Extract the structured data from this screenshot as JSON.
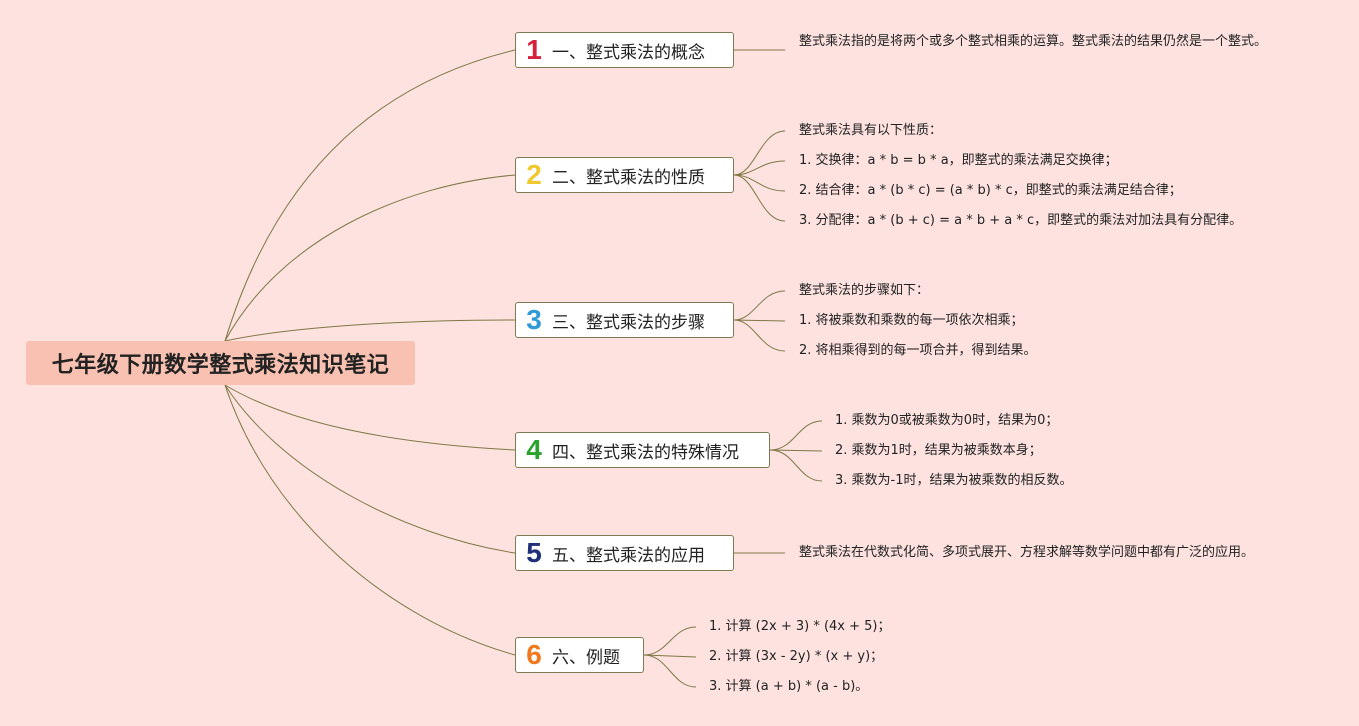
{
  "root": {
    "title": "七年级下册数学整式乘法知识笔记"
  },
  "colors": {
    "background": "#fde2e0",
    "root_fill": "#f9c1b1",
    "connector": "#7e7845",
    "num1": "#d6213c",
    "num2": "#f0c92f",
    "num3": "#2f9ad6",
    "num4": "#2aa22c",
    "num5": "#1f2f7a",
    "num6": "#f2781e"
  },
  "topics": [
    {
      "number": "1",
      "label": "一、整式乘法的概念",
      "leaves": [
        "整式乘法指的是将两个或多个整式相乘的运算。整式乘法的结果仍然是一个整式。"
      ]
    },
    {
      "number": "2",
      "label": "二、整式乘法的性质",
      "leaves": [
        "整式乘法具有以下性质：",
        "1. 交换律：a * b = b * a，即整式的乘法满足交换律；",
        "2. 结合律：a * (b * c) = (a * b) * c，即整式的乘法满足结合律；",
        "3. 分配律：a * (b + c) = a * b + a * c，即整式的乘法对加法具有分配律。"
      ]
    },
    {
      "number": "3",
      "label": "三、整式乘法的步骤",
      "leaves": [
        "整式乘法的步骤如下：",
        "1. 将被乘数和乘数的每一项依次相乘；",
        "2. 将相乘得到的每一项合并，得到结果。"
      ]
    },
    {
      "number": "4",
      "label": "四、整式乘法的特殊情况",
      "leaves": [
        "1. 乘数为0或被乘数为0时，结果为0；",
        "2. 乘数为1时，结果为被乘数本身；",
        "3. 乘数为-1时，结果为被乘数的相反数。"
      ]
    },
    {
      "number": "5",
      "label": "五、整式乘法的应用",
      "leaves": [
        "整式乘法在代数式化简、多项式展开、方程求解等数学问题中都有广泛的应用。"
      ]
    },
    {
      "number": "6",
      "label": "六、例题",
      "leaves": [
        "1. 计算 (2x + 3) * (4x + 5)；",
        "2. 计算 (3x - 2y) * (x + y)；",
        "3. 计算 (a + b) * (a - b)。"
      ]
    }
  ]
}
